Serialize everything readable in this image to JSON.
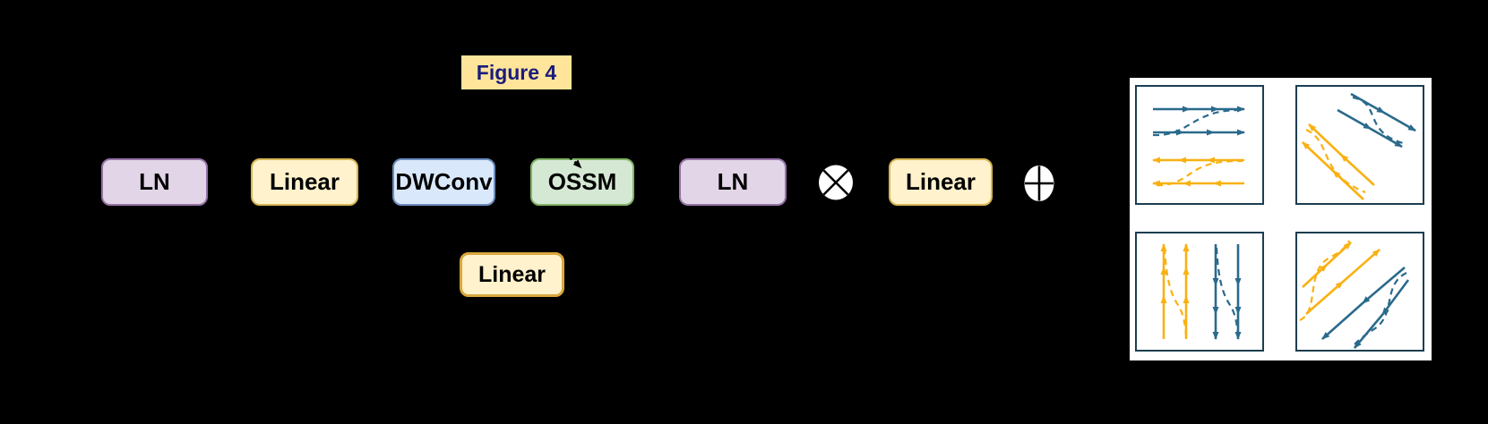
{
  "figure": {
    "label": "Figure 4"
  },
  "nodes": {
    "ln1": {
      "label": "LN"
    },
    "linear1": {
      "label": "Linear"
    },
    "dwconv": {
      "label": "DWConv"
    },
    "ossm": {
      "label": "OSSM"
    },
    "ln2": {
      "label": "LN"
    },
    "linear2": {
      "label": "Linear"
    },
    "linear_gate": {
      "label": "Linear"
    }
  },
  "operators": {
    "multiply": {
      "symbol": "⊗"
    },
    "add": {
      "symbol": "⊕"
    }
  },
  "colors": {
    "background": "#000000",
    "node_purple_fill": "#E1D5E7",
    "node_purple_border": "#9673A6",
    "node_yellow_fill": "#FFF2CC",
    "node_yellow_border": "#D6B656",
    "node_blue_fill": "#DAE8FC",
    "node_blue_border": "#6C8EBF",
    "node_green_fill": "#D5E8D4",
    "node_green_border": "#82B366",
    "gate_border": "#D9A73E",
    "figure_label_bg": "#FFE599",
    "figure_label_text": "#1B1B7E",
    "scan_blue": "#2A6A8C",
    "scan_yellow": "#F9B112",
    "scan_square_border": "#1C3E50",
    "scan_panel_bg": "#FFFFFF"
  },
  "scan_panel": {
    "squares": [
      {
        "position": "top-left",
        "pattern": "horizontal-scan",
        "blue_direction": "rightward",
        "yellow_direction": "leftward"
      },
      {
        "position": "top-right",
        "pattern": "diagonal-scan",
        "blue_direction": "down-right",
        "yellow_direction": "up-left"
      },
      {
        "position": "bottom-left",
        "pattern": "vertical-scan",
        "blue_direction": "downward",
        "yellow_direction": "upward"
      },
      {
        "position": "bottom-right",
        "pattern": "anti-diagonal-scan",
        "blue_direction": "down-left",
        "yellow_direction": "up-right"
      }
    ]
  }
}
